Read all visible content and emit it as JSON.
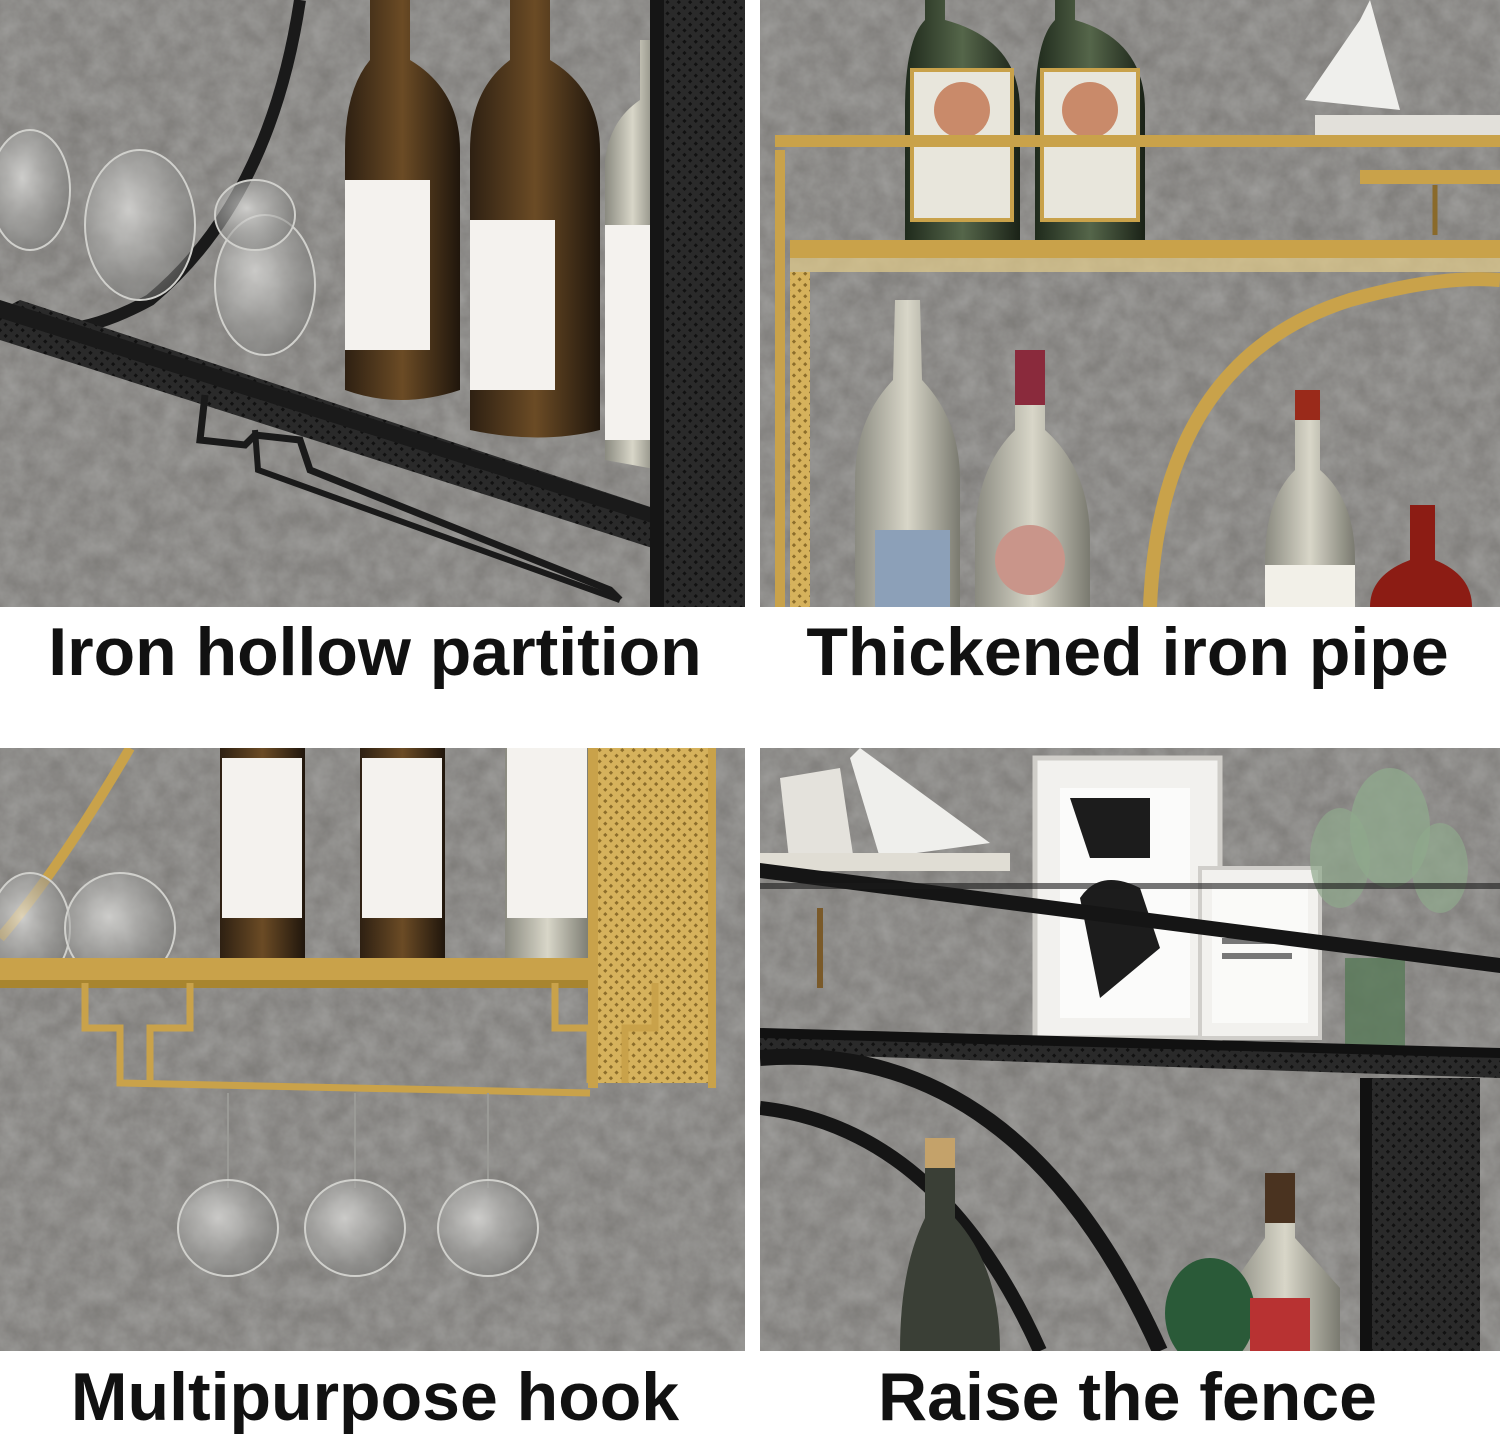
{
  "captions": {
    "top_left": "Iron hollow partition",
    "top_right": "Thickened iron pipe",
    "bottom_left": "Multipurpose hook",
    "bottom_right": "Raise the fence"
  },
  "colors": {
    "wall": "#7c7a77",
    "black_iron": "#1c1c1c",
    "gold_iron": "#c9a24a",
    "caption_text": "#111111",
    "background": "#ffffff"
  }
}
